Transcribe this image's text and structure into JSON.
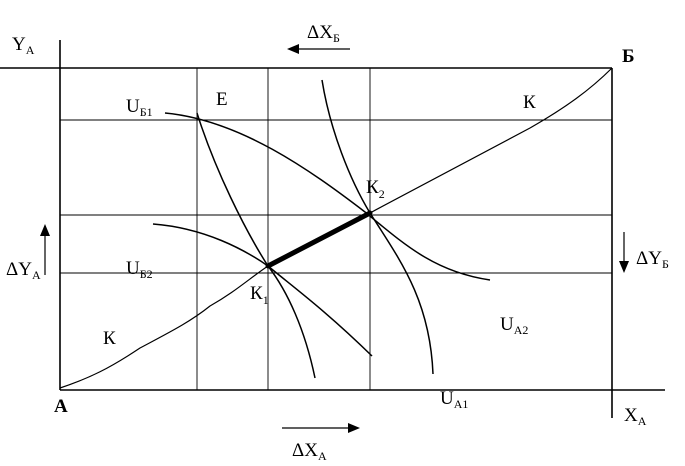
{
  "labels": {
    "y_a": {
      "main": "Y",
      "sub": "A"
    },
    "x_a": {
      "main": "X",
      "sub": "A"
    },
    "origin_a": "A",
    "origin_b": "Б",
    "point_e": "E",
    "contract_k_upper": "К",
    "contract_k_lower": "К",
    "k1": {
      "main": "К",
      "sub": "1"
    },
    "k2": {
      "main": "К",
      "sub": "2"
    },
    "u_b1": {
      "main": "U",
      "sub": "Б1"
    },
    "u_b2": {
      "main": "U",
      "sub": "Б2"
    },
    "u_a1": {
      "main": "U",
      "sub": "A1"
    },
    "u_a2": {
      "main": "U",
      "sub": "A2"
    },
    "delta_x_b": {
      "main": "ΔX",
      "sub": "Б"
    },
    "delta_x_a": {
      "main": "ΔX",
      "sub": "A"
    },
    "delta_y_a": {
      "main": "ΔY",
      "sub": "A"
    },
    "delta_y_b": {
      "main": "ΔY",
      "sub": "Б"
    }
  }
}
